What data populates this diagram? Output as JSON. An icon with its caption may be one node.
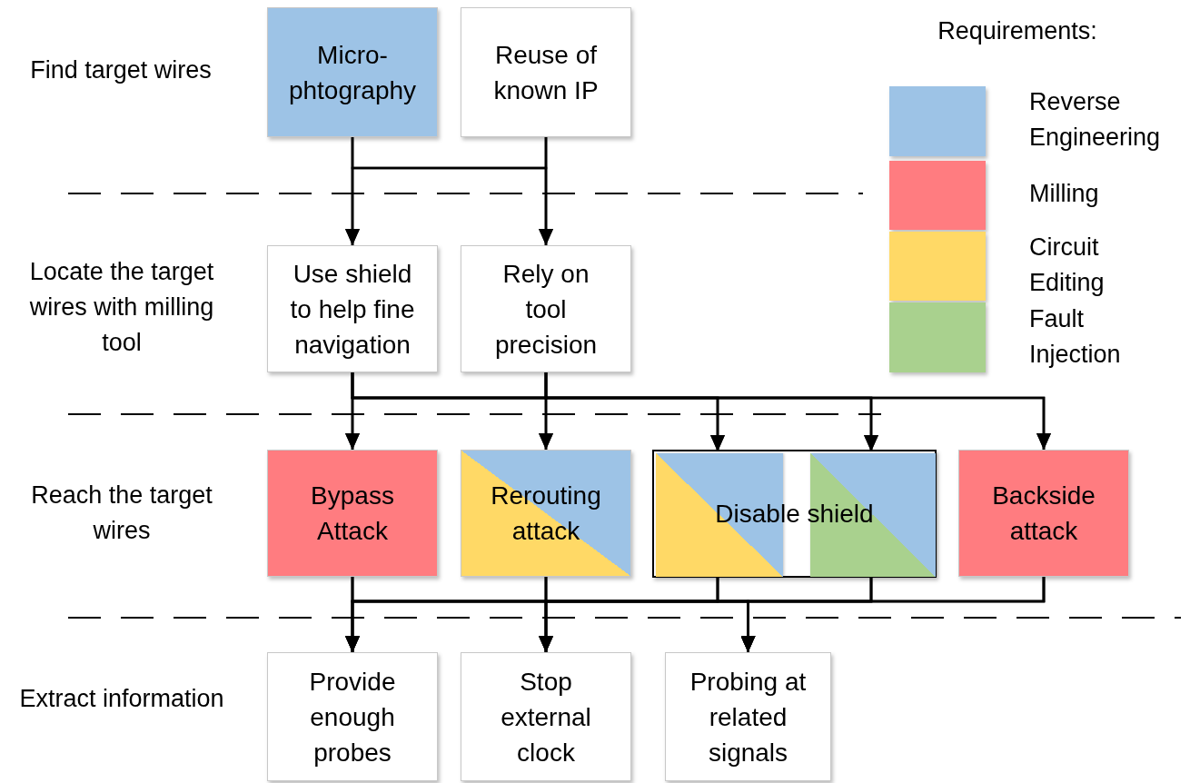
{
  "diagram": {
    "nodes": [
      {
        "text": [
          "Micro- phtography"
        ]
      },
      {
        "text": [
          "Reuse of known IP"
        ]
      },
      {
        "text": [
          "Use shield to help fine navigation"
        ]
      },
      {
        "text": [
          "Rely on tool precision"
        ]
      },
      {
        "text": [
          "Bypass Attack"
        ]
      },
      {
        "text": [
          "Rerouting attack"
        ]
      },
      {
        "text": [
          "Disable shield"
        ]
      },
      {
        "text": [],
        "shape": "box",
        "in": 6
      },
      {
        "text": [],
        "shape": "box",
        "in": 6
      },
      {
        "text": [
          "Backside attack"
        ]
      },
      {
        "text": [
          "Provide enough probes"
        ]
      },
      {
        "text": [
          "Stop external clock"
        ]
      },
      {
        "text": [
          "Probing at related signals"
        ]
      }
    ],
    "edges": [
      {
        "from": 0,
        "to": 2,
        "arrow": "to"
      },
      {
        "from": 0,
        "to": 3,
        "arrow": "to"
      },
      {
        "from": 1,
        "to": 2,
        "arrow": "to"
      },
      {
        "from": 1,
        "to": 3,
        "arrow": "to"
      },
      {
        "from": 2,
        "to": 4,
        "arrow": "to"
      },
      {
        "from": 2,
        "to": 5,
        "arrow": "to"
      },
      {
        "from": 2,
        "to": 7,
        "arrow": "to"
      },
      {
        "from": 2,
        "to": 8,
        "arrow": "to"
      },
      {
        "from": 2,
        "to": 9,
        "arrow": "to"
      },
      {
        "from": 3,
        "to": 4,
        "arrow": "to"
      },
      {
        "from": 3,
        "to": 5,
        "arrow": "to"
      },
      {
        "from": 3,
        "to": 7,
        "arrow": "to"
      },
      {
        "from": 3,
        "to": 8,
        "arrow": "to"
      },
      {
        "from": 3,
        "to": 9,
        "arrow": "to"
      },
      {
        "from": 4,
        "to": 10,
        "arrow": "to"
      },
      {
        "from": 4,
        "to": 11,
        "arrow": "to"
      },
      {
        "from": 4,
        "to": 12,
        "arrow": "to"
      },
      {
        "from": 5,
        "to": 10,
        "arrow": "to"
      },
      {
        "from": 5,
        "to": 11,
        "arrow": "to"
      },
      {
        "from": 5,
        "to": 12,
        "arrow": "to"
      },
      {
        "from": 7,
        "to": 10,
        "arrow": "to"
      },
      {
        "from": 7,
        "to": 11,
        "arrow": "to"
      },
      {
        "from": 7,
        "to": 12,
        "arrow": "to"
      },
      {
        "from": 8,
        "to": 10,
        "arrow": "to"
      },
      {
        "from": 8,
        "to": 11,
        "arrow": "to"
      },
      {
        "from": 8,
        "to": 12,
        "arrow": "to"
      },
      {
        "from": 9,
        "to": 10,
        "arrow": "to"
      },
      {
        "from": 9,
        "to": 11,
        "arrow": "to"
      },
      {
        "from": 9,
        "to": 12,
        "arrow": "to"
      }
    ],
    "labels": [
      "Find target wires",
      "Locate the target wires with milling tool",
      "Reach the target wires",
      "Extract information",
      "Requirements:"
    ],
    "legend": [
      {
        "text": "Reverse Engineering",
        "color": "#9dc3e6"
      },
      {
        "text": "Milling",
        "color": "#ff7c80"
      },
      {
        "text": "Circuit Editing",
        "color": "#ffd966"
      },
      {
        "text": "Fault Injection",
        "color": "#a9d18e"
      }
    ]
  }
}
